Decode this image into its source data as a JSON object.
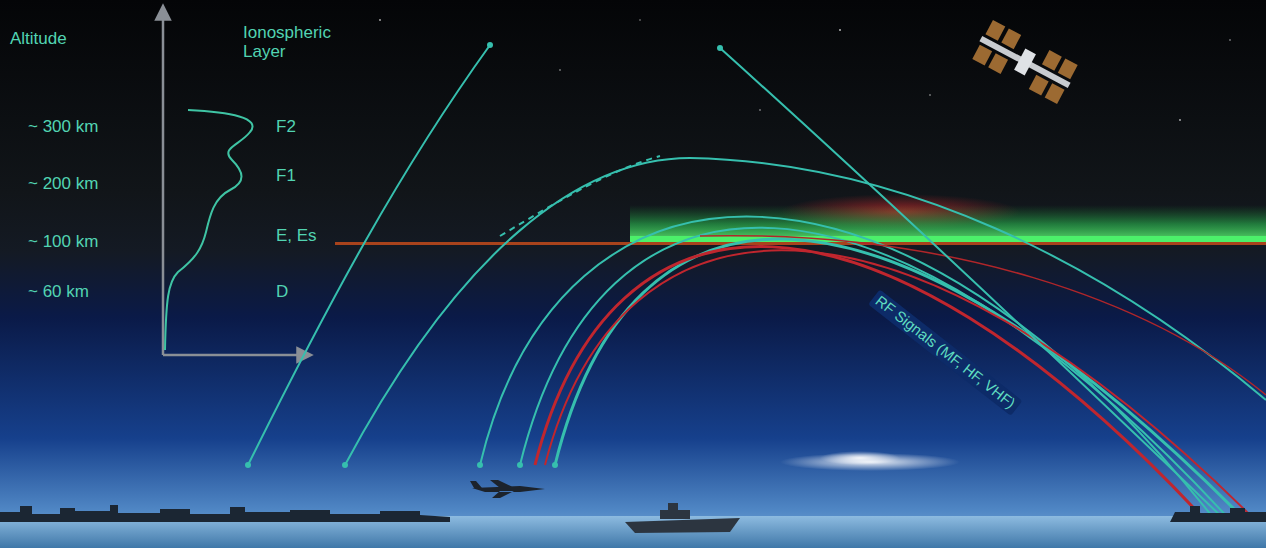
{
  "diagram": {
    "labels": [
      "Altitude",
      "Ionospheric Layer",
      "~ 300 km",
      "~ 200 km",
      "~ 100 km",
      "~ 60 km",
      "F2",
      "F1",
      "E, Es",
      "D",
      "RF Signals (MF, HF, VHF)"
    ]
  }
}
